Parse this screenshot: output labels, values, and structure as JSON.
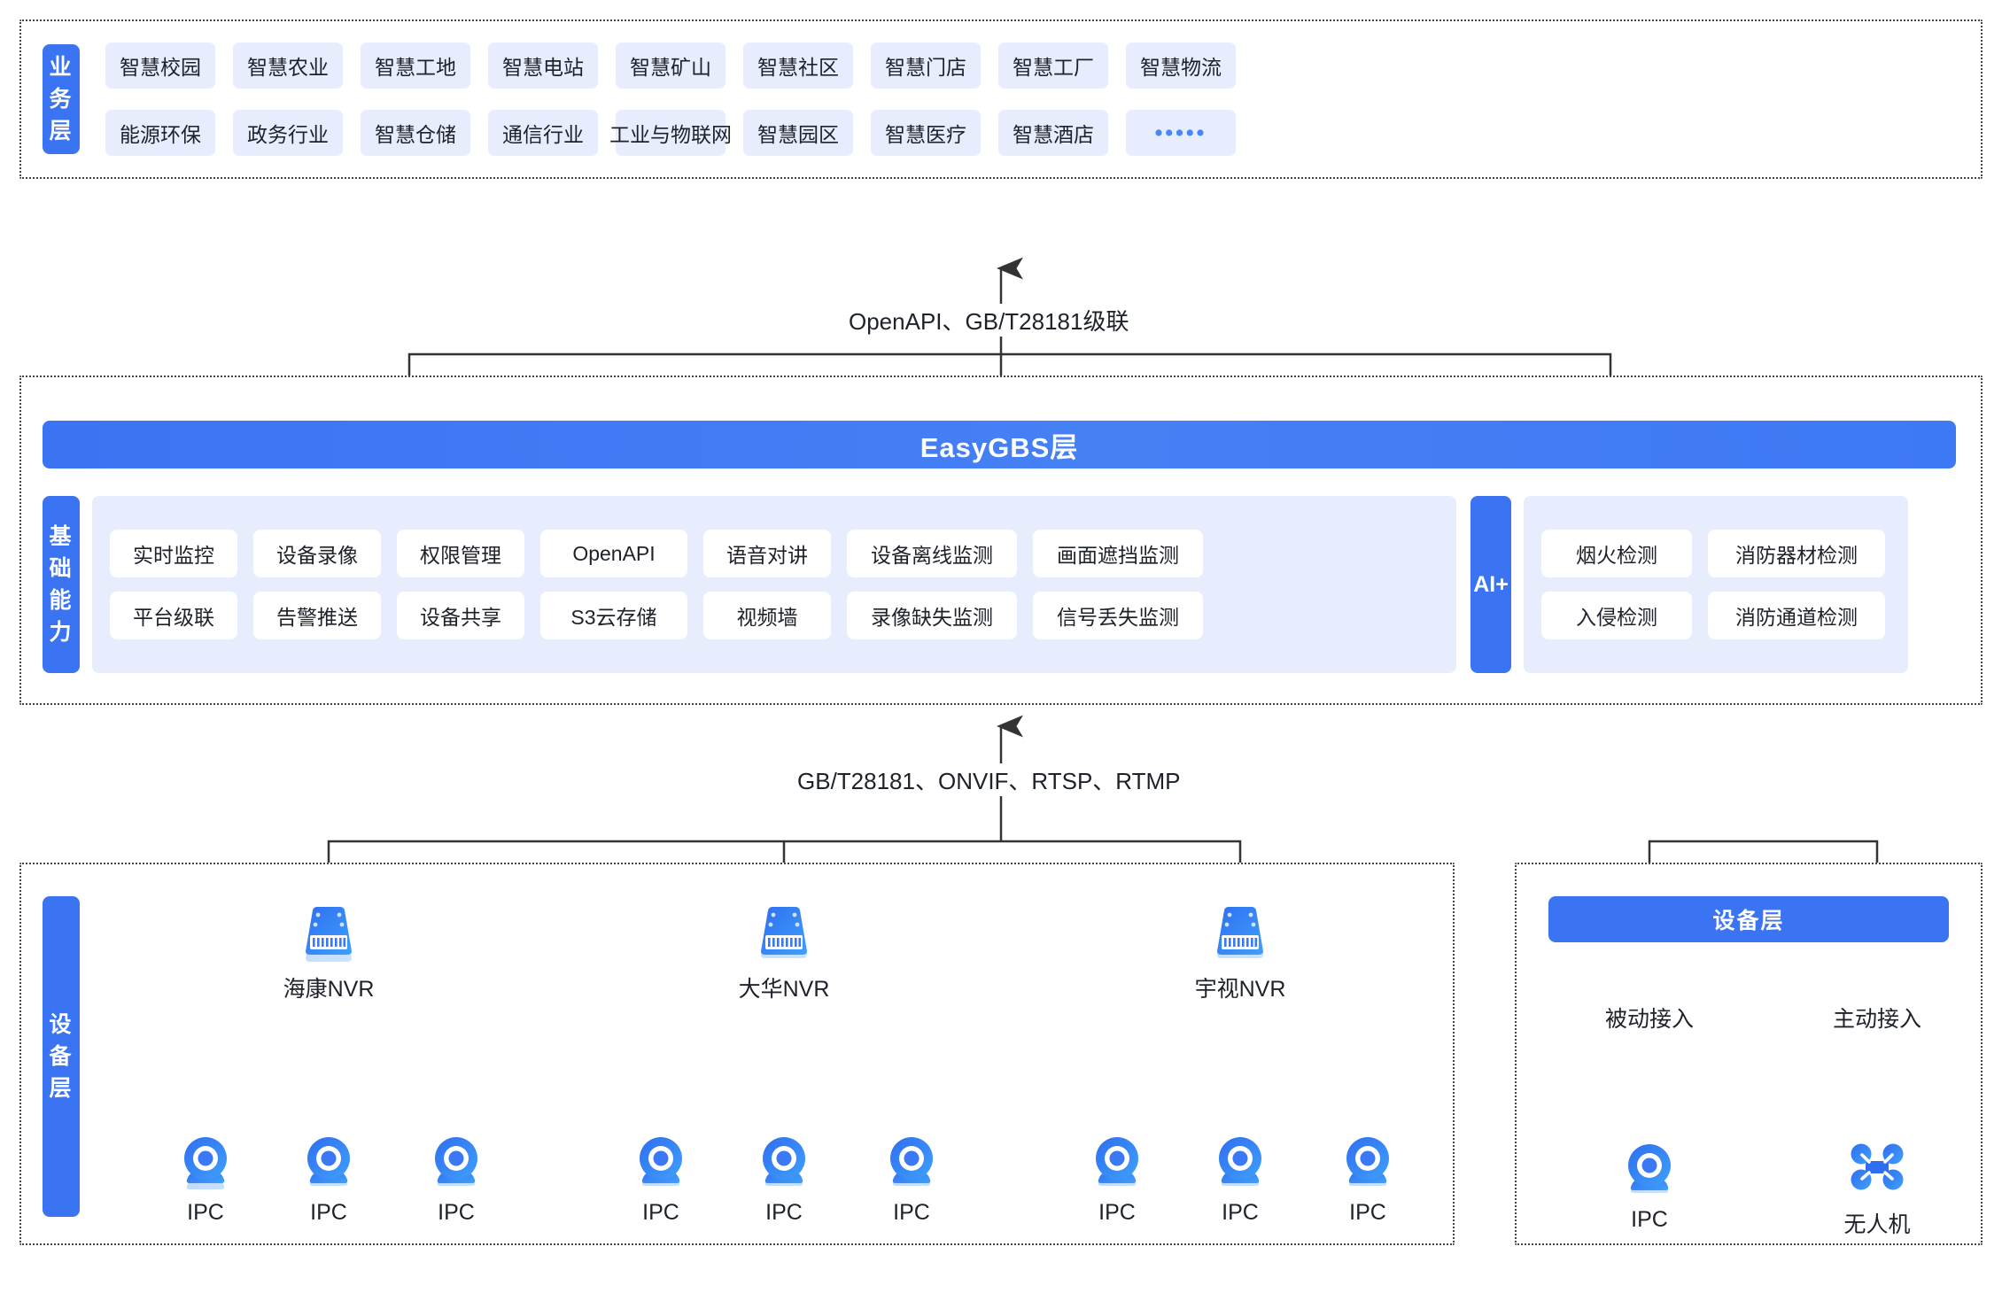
{
  "business_layer": {
    "tab_label": "业务层",
    "tab_chars": [
      "业",
      "务",
      "层"
    ],
    "row1": [
      "智慧校园",
      "智慧农业",
      "智慧工地",
      "智慧电站",
      "智慧矿山",
      "智慧社区",
      "智慧门店",
      "智慧工厂",
      "智慧物流"
    ],
    "row2": [
      "能源环保",
      "政务行业",
      "智慧仓储",
      "通信行业",
      "工业与物联网",
      "智慧园区",
      "智慧医疗",
      "智慧酒店",
      "•••••"
    ]
  },
  "connectors": {
    "top": "OpenAPI、GB/T28181级联",
    "bottom": "GB/T28181、ONVIF、RTSP、RTMP"
  },
  "platform_layer": {
    "title": "EasyGBS层",
    "capability_tab_label": "基础能力",
    "capability_tab_chars": [
      "基",
      "础",
      "能",
      "力"
    ],
    "capabilities_row1": [
      "实时监控",
      "设备录像",
      "权限管理",
      "OpenAPI",
      "语音对讲",
      "设备离线监测",
      "画面遮挡监测"
    ],
    "capabilities_row2": [
      "平台级联",
      "告警推送",
      "设备共享",
      "S3云存储",
      "视频墙",
      "录像缺失监测",
      "信号丢失监测"
    ],
    "ai_tab_label": "AI+",
    "ai_row1": [
      "烟火检测",
      "消防器材检测"
    ],
    "ai_row2": [
      "入侵检测",
      "消防通道检测"
    ]
  },
  "device_layer_left": {
    "tab_label": "设备层",
    "tab_chars": [
      "设",
      "备",
      "层"
    ],
    "groups": [
      {
        "nvr_label": "海康NVR",
        "nvr_icon": "nvr-icon",
        "cameras": [
          "IPC",
          "IPC",
          "IPC"
        ],
        "camera_icon": "ipc-camera-icon"
      },
      {
        "nvr_label": "大华NVR",
        "nvr_icon": "nvr-icon",
        "cameras": [
          "IPC",
          "IPC",
          "IPC"
        ],
        "camera_icon": "ipc-camera-icon"
      },
      {
        "nvr_label": "宇视NVR",
        "nvr_icon": "nvr-icon",
        "cameras": [
          "IPC",
          "IPC",
          "IPC"
        ],
        "camera_icon": "ipc-camera-icon"
      }
    ]
  },
  "device_layer_right": {
    "bar_label": "设备层",
    "access_modes": [
      "被动接入",
      "主动接入"
    ],
    "devices": [
      {
        "label": "IPC",
        "icon": "ipc-camera-icon"
      },
      {
        "label": "无人机",
        "icon": "drone-icon"
      }
    ]
  },
  "colors": {
    "brand_blue": "#3a74f2",
    "chip_blue": "#e7edfd",
    "line_dark": "#333333",
    "text_dark": "#1d2129"
  }
}
